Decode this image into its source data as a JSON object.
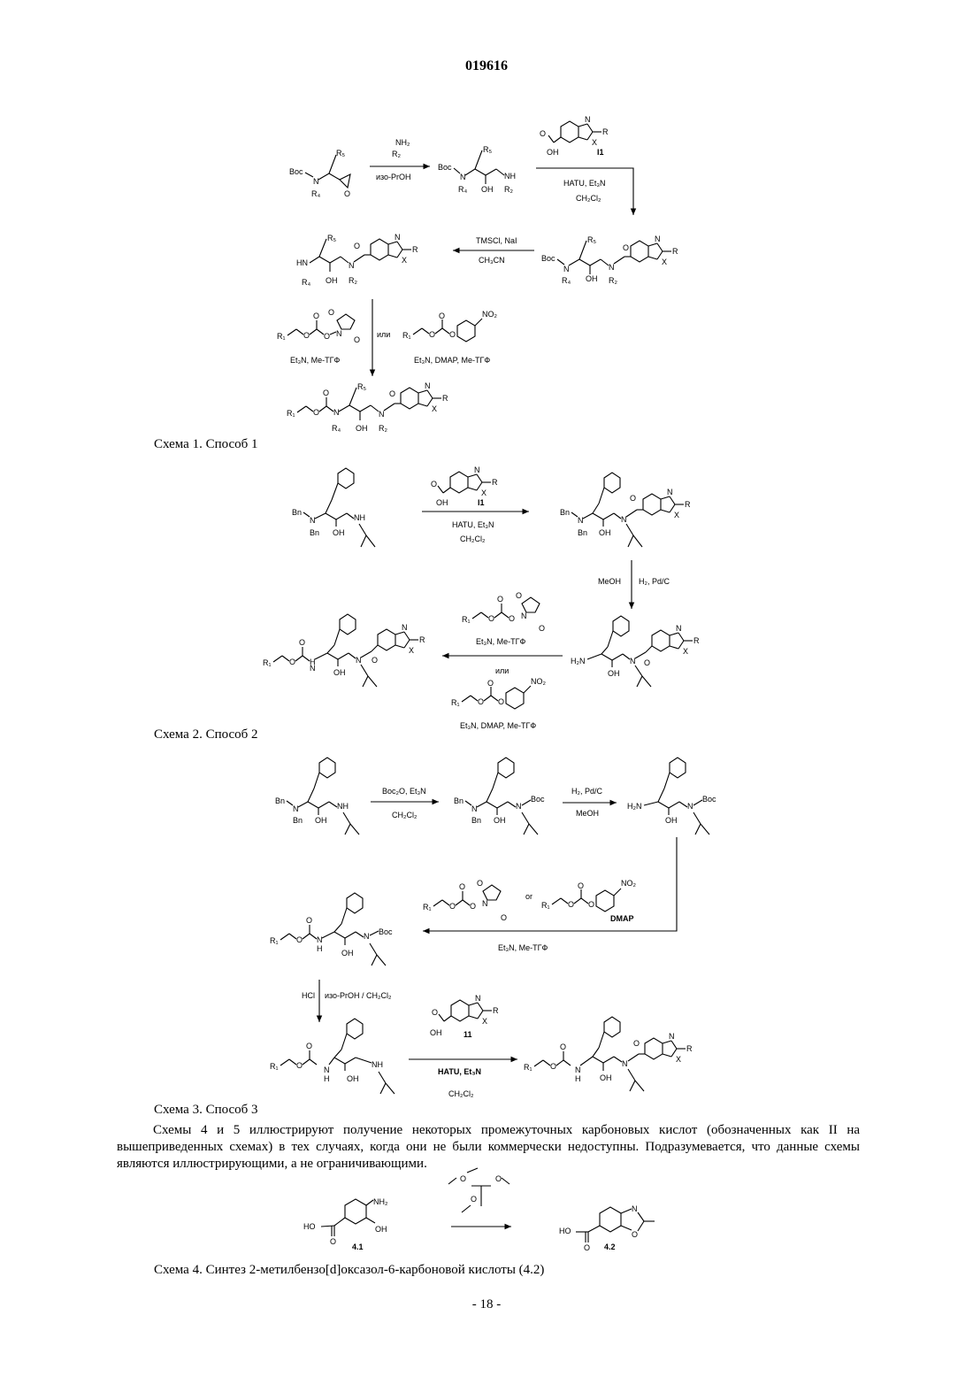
{
  "document": {
    "number": "019616",
    "page_number": "- 18 -",
    "captions": {
      "scheme1": "Схема 1. Способ 1",
      "scheme2": "Схема 2. Способ 2",
      "scheme3": "Схема 3. Способ 3",
      "scheme4": "Схема 4. Синтез 2-метилбензо[d]оксазол-6-карбоновой кислоты (4.2)"
    },
    "paragraph": "Схемы 4 и 5 иллюстрируют получение некоторых промежуточных карбоновых кислот (обозначенных как II на вышеприведенных схемах) в тех случаях, когда они не были коммерчески недоступны. Подразумевается, что данные схемы являются иллюстрирующими, а не ограничивающими."
  },
  "scheme1": {
    "reagent1_top": "NH₂",
    "reagent1_r": "R₂",
    "reagent1_solvent": "изо-PrOH",
    "acid_label": "I1",
    "coupling": "HATU, Et₃N",
    "coupling_solvent": "CH₂Cl₂",
    "deprotect": "TMSCl, NaI",
    "deprotect_solvent": "CH₃CN",
    "or_label": "или",
    "conditions_left": "Et₃N, Me-ТГФ",
    "conditions_right": "Et₃N, DMAP, Me-ТГФ"
  },
  "scheme2": {
    "acid_label": "I1",
    "coupling": "HATU, Et₃N",
    "coupling_solvent": "CH₂Cl₂",
    "hydrog_left": "MeOH",
    "hydrog_right": "H₂, Pd/C",
    "conditions1": "Et₃N, Me-ТГФ",
    "or_label": "или",
    "conditions2": "Et₃N, DMAP, Me-ТГФ"
  },
  "scheme3": {
    "boc_reagent": "Boc₂O, Et₃N",
    "boc_solvent": "CH₂Cl₂",
    "hydrog": "H₂, Pd/C",
    "hydrog_solvent": "MeOH",
    "or_label": "or",
    "dmap": "DMAP",
    "conditions": "Et₃N, Me-ТГФ",
    "acid_left": "HCl",
    "acid_right": "изо-PrOH / CH₂Cl₂",
    "acid_label": "11",
    "coupling": "HATU, Et₃N",
    "coupling_solvent": "CH₂Cl₂"
  },
  "scheme4": {
    "sm_label": "4.1",
    "product_label": "4.2"
  }
}
